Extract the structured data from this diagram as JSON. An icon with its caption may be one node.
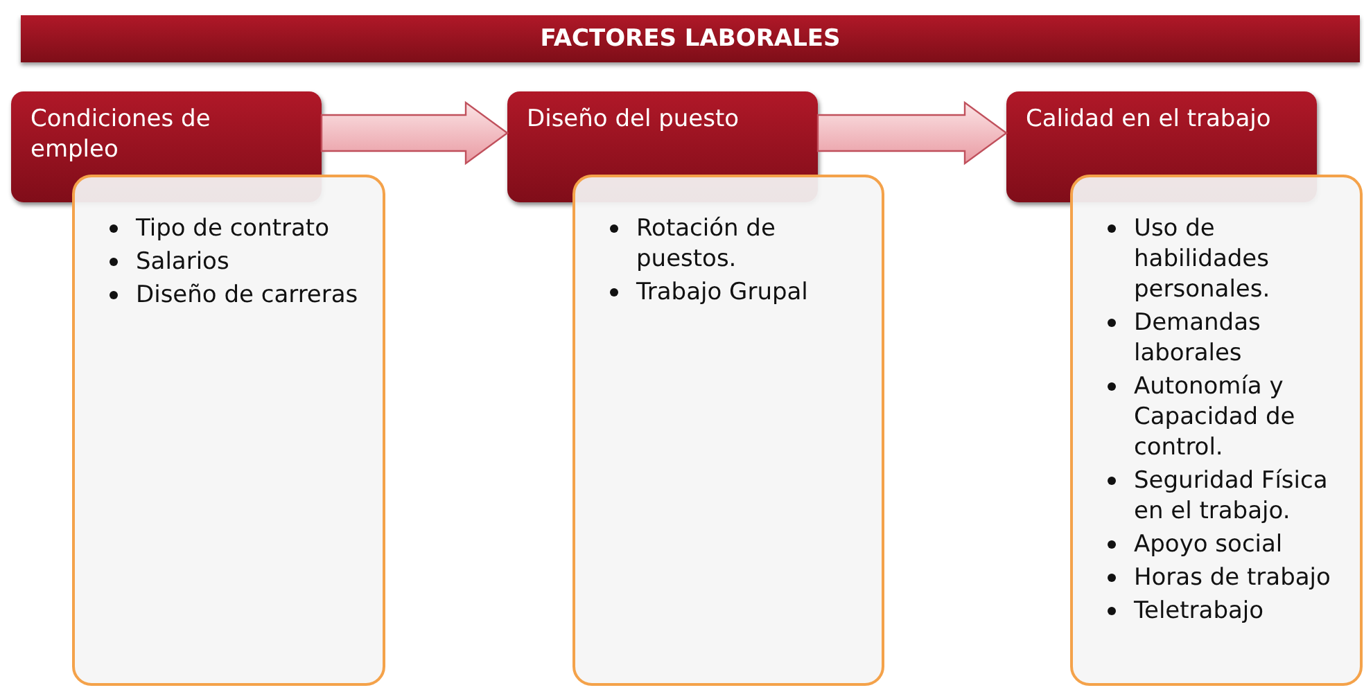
{
  "diagram": {
    "nodes": [
      {
        "text": [
          "FACTORES LABORALES"
        ]
      },
      {
        "text": [
          "Condiciones de empleo"
        ]
      },
      {
        "text": [
          "Tipo de contrato",
          "Salarios",
          "Diseño de carreras"
        ]
      },
      {
        "text": [
          "Diseño del puesto"
        ]
      },
      {
        "text": [
          "Rotación de puestos.",
          "Trabajo Grupal"
        ]
      },
      {
        "text": [
          "Calidad en el trabajo"
        ]
      },
      {
        "text": [
          "Uso de habilidades personales.",
          "Demandas laborales",
          "Autonomía y Capacidad de control.",
          "Seguridad Física en el trabajo.",
          "Apoyo social",
          "Horas de trabajo",
          "Teletrabajo"
        ]
      }
    ],
    "edges": [
      {
        "from": 1,
        "to": 3,
        "arrow": "to"
      },
      {
        "from": 3,
        "to": 5,
        "arrow": "to"
      }
    ]
  }
}
